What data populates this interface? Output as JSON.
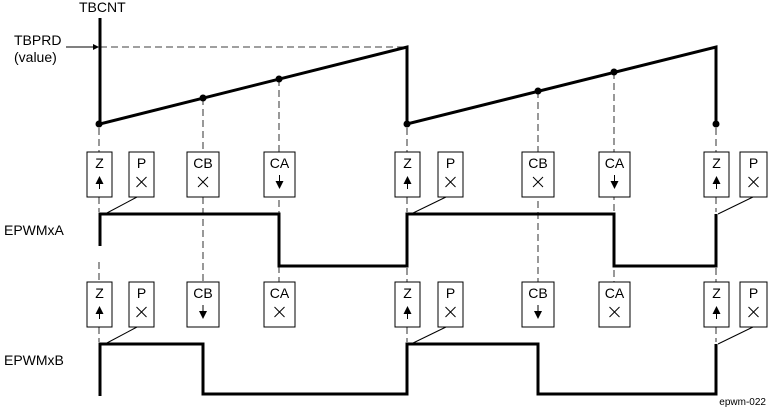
{
  "labels": {
    "tbcnt": "TBCNT",
    "tbprd": "TBPRD",
    "tbprd_value": "(value)",
    "epwmxa": "EPWMxA",
    "epwmxb": "EPWMxB",
    "figure_id": "epwm-022"
  },
  "rowA_boxes": [
    {
      "letter": "Z",
      "action": "up"
    },
    {
      "letter": "P",
      "action": "none"
    },
    {
      "letter": "CB",
      "action": "none"
    },
    {
      "letter": "CA",
      "action": "down"
    },
    {
      "letter": "Z",
      "action": "up"
    },
    {
      "letter": "P",
      "action": "none"
    },
    {
      "letter": "CB",
      "action": "none"
    },
    {
      "letter": "CA",
      "action": "down"
    },
    {
      "letter": "Z",
      "action": "up"
    },
    {
      "letter": "P",
      "action": "none"
    }
  ],
  "rowB_boxes": [
    {
      "letter": "Z",
      "action": "up"
    },
    {
      "letter": "P",
      "action": "none"
    },
    {
      "letter": "CB",
      "action": "down"
    },
    {
      "letter": "CA",
      "action": "none"
    },
    {
      "letter": "Z",
      "action": "up"
    },
    {
      "letter": "P",
      "action": "none"
    },
    {
      "letter": "CB",
      "action": "down"
    },
    {
      "letter": "CA",
      "action": "none"
    },
    {
      "letter": "Z",
      "action": "up"
    },
    {
      "letter": "P",
      "action": "none"
    }
  ]
}
